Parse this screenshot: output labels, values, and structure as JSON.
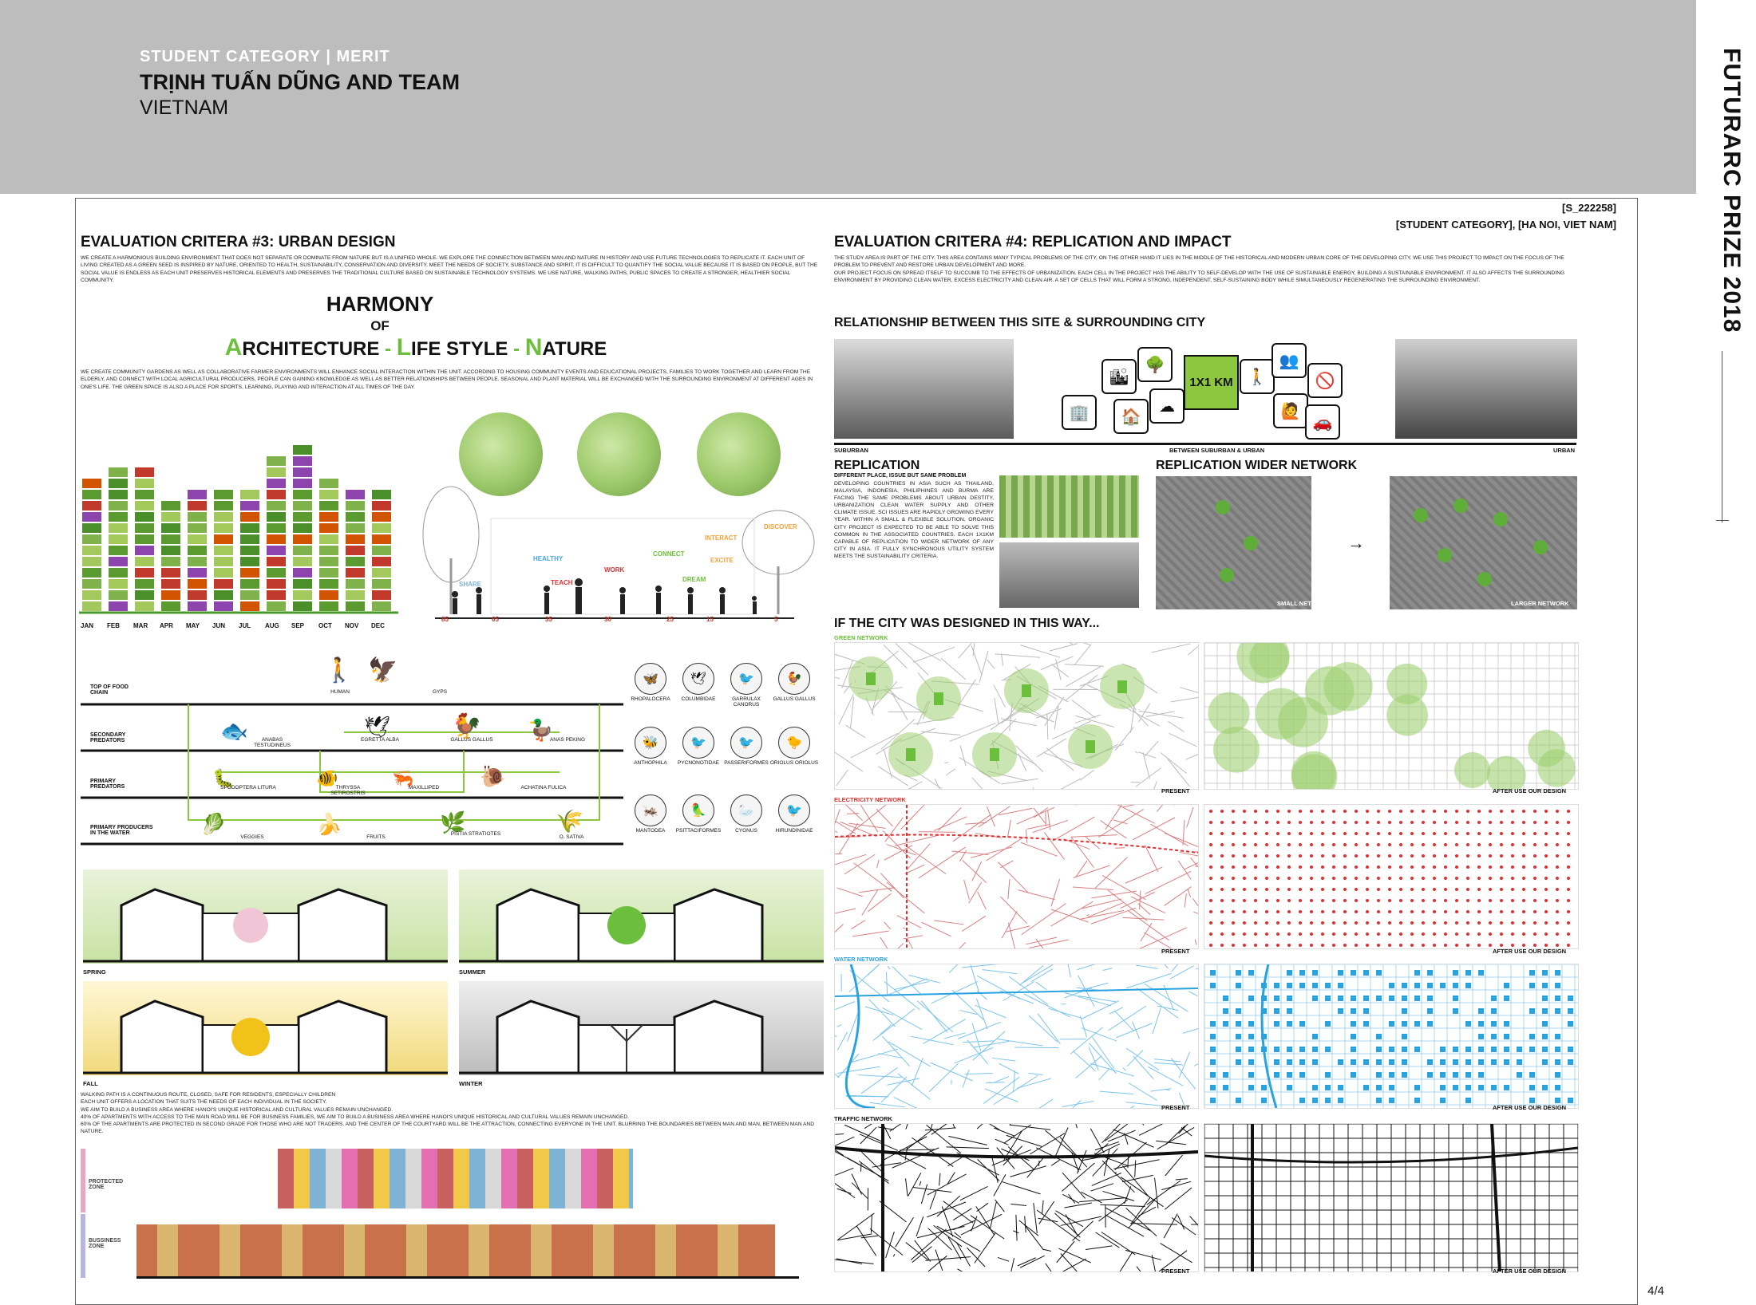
{
  "header": {
    "category": "STUDENT CATEGORY",
    "separator": "|",
    "award": "MERIT",
    "team": "TRỊNH TUẤN DŨNG AND TEAM",
    "country": "VIETNAM"
  },
  "side_title": "FUTURARC PRIZE 2018",
  "entry": {
    "id": "[S_222258]",
    "category_location": "[STUDENT CATEGORY], [HA NOI, VIET NAM]"
  },
  "left": {
    "title": "EVALUATION CRITERA #3: URBAN DESIGN",
    "intro": "We create a harmonious building environment that does not separate or dominate from nature but is a unified whole. We explore the connection between man and nature in history and use future technologies to replicate it. Each unit of living created as a green seed is inspired by nature, oriented to health, sustainability, conservation and diversity. Meet the needs of society, substance and spirit. It is difficult to quantify the social value because it is based on people, but the social value is endless as each unit preserves historical elements and preserves the traditional culture based on sustainable technology systems. We use nature, walking paths, public spaces to create a stronger, healthier social community.",
    "harmony": {
      "line1": "HARMONY",
      "line2": "OF",
      "line3_a1": "A",
      "line3_a2": "RCHITECTURE",
      "line3_sep1": " - ",
      "line3_b1": "L",
      "line3_b2": "IFE STYLE",
      "line3_sep2": " - ",
      "line3_c1": "N",
      "line3_c2": "ATURE"
    },
    "community": "We create community gardens as well as collaborative farmer environments will enhance social interaction within the unit. According to housing community events and educational projects, families to work together and learn from the elderly, and connect with local agricultural producers, people can gaining knowledge as well as better relationships between people. Seasonal and plant material will be exchanged with the surrounding environment at different ages in one's life. The green space is also a place for sports, learning, playing and interaction at all times of the day.",
    "months": [
      "JAN",
      "FEB",
      "MAR",
      "APR",
      "MAY",
      "JUN",
      "JUL",
      "AUG",
      "SEP",
      "OCT",
      "NOV",
      "DEC"
    ],
    "life_words": [
      "SHARE",
      "HEALTHY",
      "TEACH",
      "WORK",
      "CONNECT",
      "DREAM",
      "INTERACT",
      "EXCITE",
      "DISCOVER"
    ],
    "ages": [
      "85",
      "65",
      "35",
      "30",
      "25",
      "15",
      "5"
    ],
    "food_chain": {
      "levels": [
        "TOP OF FOOD CHAIN",
        "SECONDARY PREDATORS",
        "PRIMARY PREDATORS",
        "PRIMARY PRODUCERS IN THE WATER"
      ],
      "top": [
        "HUMAN",
        "GYPS"
      ],
      "secondary": [
        "ANABAS TESTUDINEUS",
        "EGRETTA ALBA",
        "GALLUS GALLUS",
        "ANAS PEKING"
      ],
      "primary": [
        "SPODOPTERA LITURA",
        "THRYSSA SETIROSTRIS",
        "MAXILLIPED",
        "ACHATINA FULICA"
      ],
      "producers": [
        "VEGGIES",
        "FRUITS",
        "PISTIA STRATIOTES",
        "O. SATIVA"
      ]
    },
    "birds": [
      [
        "RHOPALOCERA",
        "COLUMBIDAE",
        "GARRULAX CANORUS",
        "GALLUS GALLUS"
      ],
      [
        "ANTHOPHILA",
        "PYCNONOTIDAE",
        "PASSERIFORMES",
        "ORIOLUS ORIOLUS"
      ],
      [
        "MANTODEA",
        "PSITTACIFORMES",
        "CYGNUS",
        "HIRUNDINIDAE"
      ]
    ],
    "seasons": [
      "SPRING",
      "SUMMER",
      "FALL",
      "WINTER"
    ],
    "walking": "Walking path is a continuous route, closed, safe for residents, especially children\nEach unit offers a location that suits the needs of each individual in the society.\nWe aim to build a business area where Hanoi's unique historical and cultural values remain unchanged.\n40% of apartments with access to the main road will be for business families, we aim to build a business area where Hanoi's unique historical and cultural values remain unchanged.\n60% of the apartments are protected in second grade for those who are not traders. And the center of the courtyard will be the attraction, connecting everyone in the unit. Blurring the boundaries between man and man, between man and nature.",
    "zones": [
      "PROTECTED ZONE",
      "BUSSINESS ZONE"
    ]
  },
  "right": {
    "title": "EVALUATION CRITERA #4: REPLICATION AND IMPACT",
    "intro": "The study area is part of the city. This area contains many typical problems of the city, on the other hand it lies in the middle of the historical and modern urban core of the developing city. We use this project to impact on the focus of the problem to prevent and restore urban development and more.\nOur project focus on spread itself to succumb to the effects of urbanization. Each cell in the project has the ability to self-develop with the use of sustainable energy, building a sustainable environment. It also affects the surrounding environment by providing clean water, excess electricity and clean air. A set of cells that will form a strong, independent, self-sustaining body while simultaneously regenerating the surrounding environment.",
    "relationship_title": "RELATIONSHIP BETWEEN THIS SITE & SURROUNDING CITY",
    "grid_label": "1X1 KM",
    "axis": [
      "SUBURBAN",
      "BETWEEN SUBURBAN & URBAN",
      "URBAN"
    ],
    "replication_title": "REPLICATION",
    "replication_sub": "DIFFERENT PLACE, ISSUE BUT SAME PROBLEM",
    "replication_text": "Developing countries in Asia such as Thailand, Malaysia, Indonesia, Philiphines and Burma are facing the same problems about urban destity, urbanization clean water supply and other climate issue. SCI issues are rapidly growing every year. Within a small & flexible solution, organic city project is expected to be able to solve this common in the associated countries. Each 1x1km capable of replication to wider network of any city in Asia. It fully synchronous utility system meets the sustainability criteria.",
    "wider_title": "REPLICATION WIDER NETWORK",
    "small_network": "SMALL NETWORK",
    "larger_network": "LARGER NETWORK",
    "if_title": "IF THE CITY WAS DESIGNED IN THIS WAY...",
    "networks": [
      "GREEN NETWORK",
      "ELECTRICITY NETWORK",
      "WATER NETWORK",
      "TRAFFIC NETWORK"
    ],
    "present": "PRESENT",
    "after": "AFTER USE OUR DESIGN"
  },
  "page_number": "4/4"
}
